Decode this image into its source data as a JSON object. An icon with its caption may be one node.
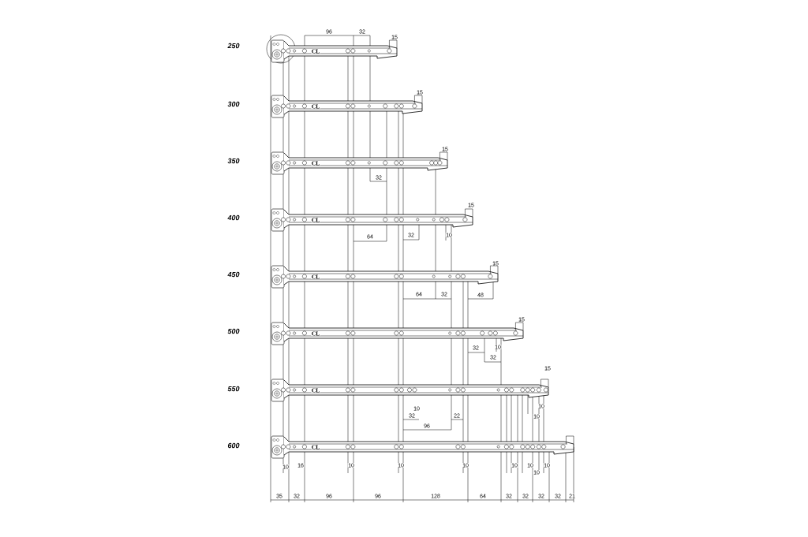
{
  "diagram": {
    "labels": [
      "96",
      "32",
      "15",
      "250",
      "CL",
      "15",
      "300",
      "CL",
      "15",
      "350",
      "CL",
      "32",
      "15",
      "400",
      "CL",
      "64",
      "32",
      "10",
      "15",
      "450",
      "CL",
      "64",
      "32",
      "48",
      "15",
      "500",
      "CL",
      "32",
      "10",
      "32",
      "15",
      "550",
      "CL",
      "10",
      "10",
      "32",
      "22",
      "10",
      "96",
      "600",
      "CL",
      "10",
      "16",
      "10",
      "10",
      "10",
      "10",
      "10",
      "10",
      "10",
      "35",
      "32",
      "96",
      "96",
      "128",
      "64",
      "32",
      "32",
      "32",
      "32",
      "21"
    ]
  }
}
